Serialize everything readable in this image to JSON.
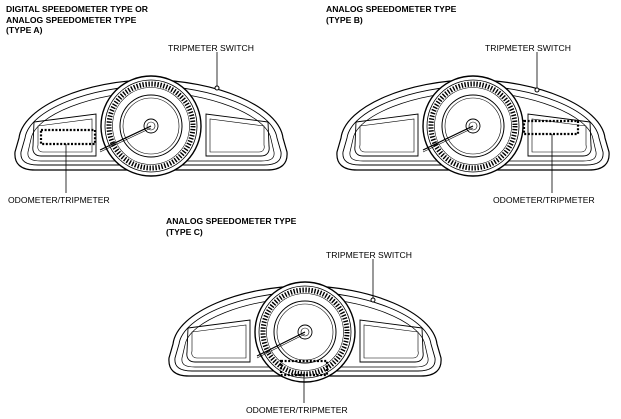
{
  "type_a": {
    "heading_lines": [
      "DIGITAL SPEEDOMETER TYPE OR",
      "ANALOG SPEEDOMETER TYPE",
      "(TYPE A)"
    ],
    "tripmeter_label": "TRIPMETER SWITCH",
    "odometer_label": "ODOMETER/TRIPMETER"
  },
  "type_b": {
    "heading_lines": [
      "ANALOG SPEEDOMETER TYPE",
      "(TYPE B)"
    ],
    "tripmeter_label": "TRIPMETER SWITCH",
    "odometer_label": "ODOMETER/TRIPMETER"
  },
  "type_c": {
    "heading_lines": [
      "ANALOG SPEEDOMETER TYPE",
      "(TYPE C)"
    ],
    "tripmeter_label": "TRIPMETER SWITCH",
    "odometer_label": "ODOMETER/TRIPMETER"
  }
}
